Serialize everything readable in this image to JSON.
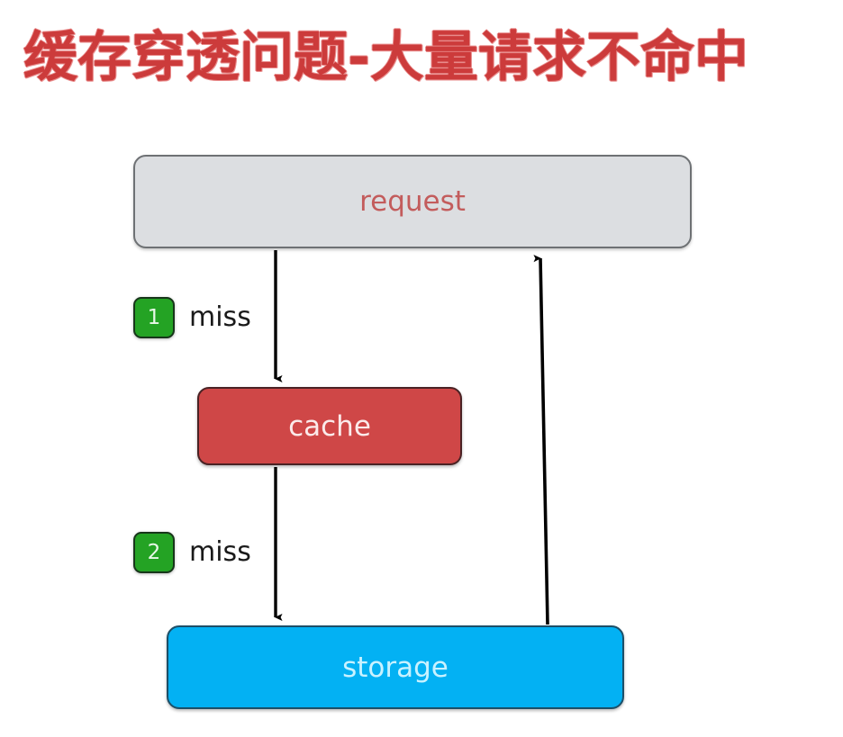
{
  "page": {
    "title": "缓存穿透问题-大量请求不命中",
    "background": "#ffffff"
  },
  "diagram": {
    "type": "flow-diagram",
    "nodes": [
      {
        "id": "request",
        "label": "request",
        "fill": "#dcdee1",
        "border": "#6e7174",
        "text_color": "#c35c5c"
      },
      {
        "id": "cache",
        "label": "cache",
        "fill": "#cf4747",
        "border": "#4a2224",
        "text_color": "#fbeaea"
      },
      {
        "id": "storage",
        "label": "storage",
        "fill": "#03b1f3",
        "border": "#1c4f68",
        "text_color": "#c9f2ff"
      }
    ],
    "edges": [
      {
        "id": "request-to-cache",
        "from": "request",
        "to": "cache",
        "step": "1",
        "label": "miss",
        "badge_color": "#24a324",
        "label_color": "#1a1a1a",
        "line_color": "#000000"
      },
      {
        "id": "cache-to-storage",
        "from": "cache",
        "to": "storage",
        "step": "2",
        "label": "miss",
        "badge_color": "#24a324",
        "label_color": "#1a1a1a",
        "line_color": "#000000"
      },
      {
        "id": "storage-to-request",
        "from": "storage",
        "to": "request",
        "step": "",
        "label": "",
        "line_color": "#000000"
      }
    ]
  },
  "colors": {
    "title": "#cc3b3b",
    "arrow": "#000000",
    "badge": "#24a324"
  }
}
